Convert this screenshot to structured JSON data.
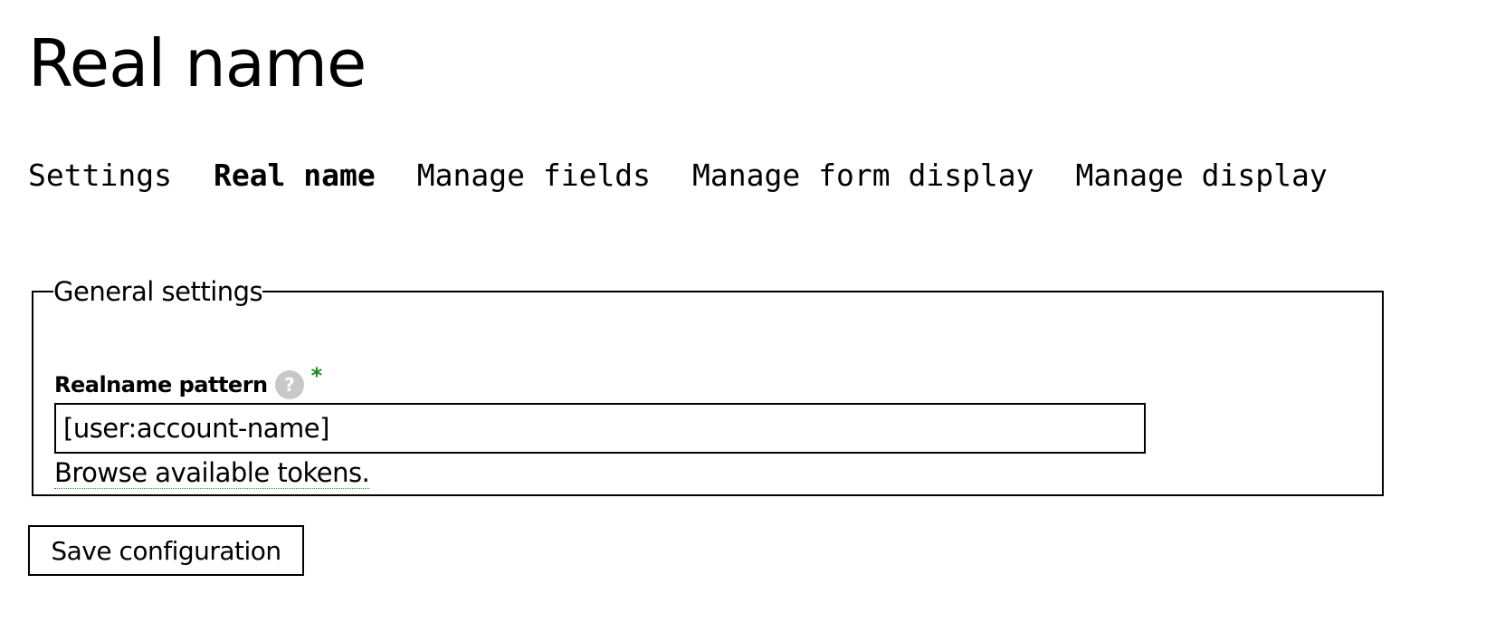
{
  "page": {
    "title": "Real name"
  },
  "tabs": [
    {
      "label": "Settings",
      "active": false
    },
    {
      "label": "Real name",
      "active": true
    },
    {
      "label": "Manage fields",
      "active": false
    },
    {
      "label": "Manage form display",
      "active": false
    },
    {
      "label": "Manage display",
      "active": false
    }
  ],
  "general_settings": {
    "legend": "General settings",
    "pattern_label": "Realname pattern",
    "help_icon": "?",
    "required_marker": "*",
    "pattern_value": "[user:account-name]",
    "tokens_link": "Browse available tokens."
  },
  "actions": {
    "save_label": "Save configuration"
  },
  "colors": {
    "required": "#1a8a1a",
    "help_bg": "#c8c8c8"
  }
}
